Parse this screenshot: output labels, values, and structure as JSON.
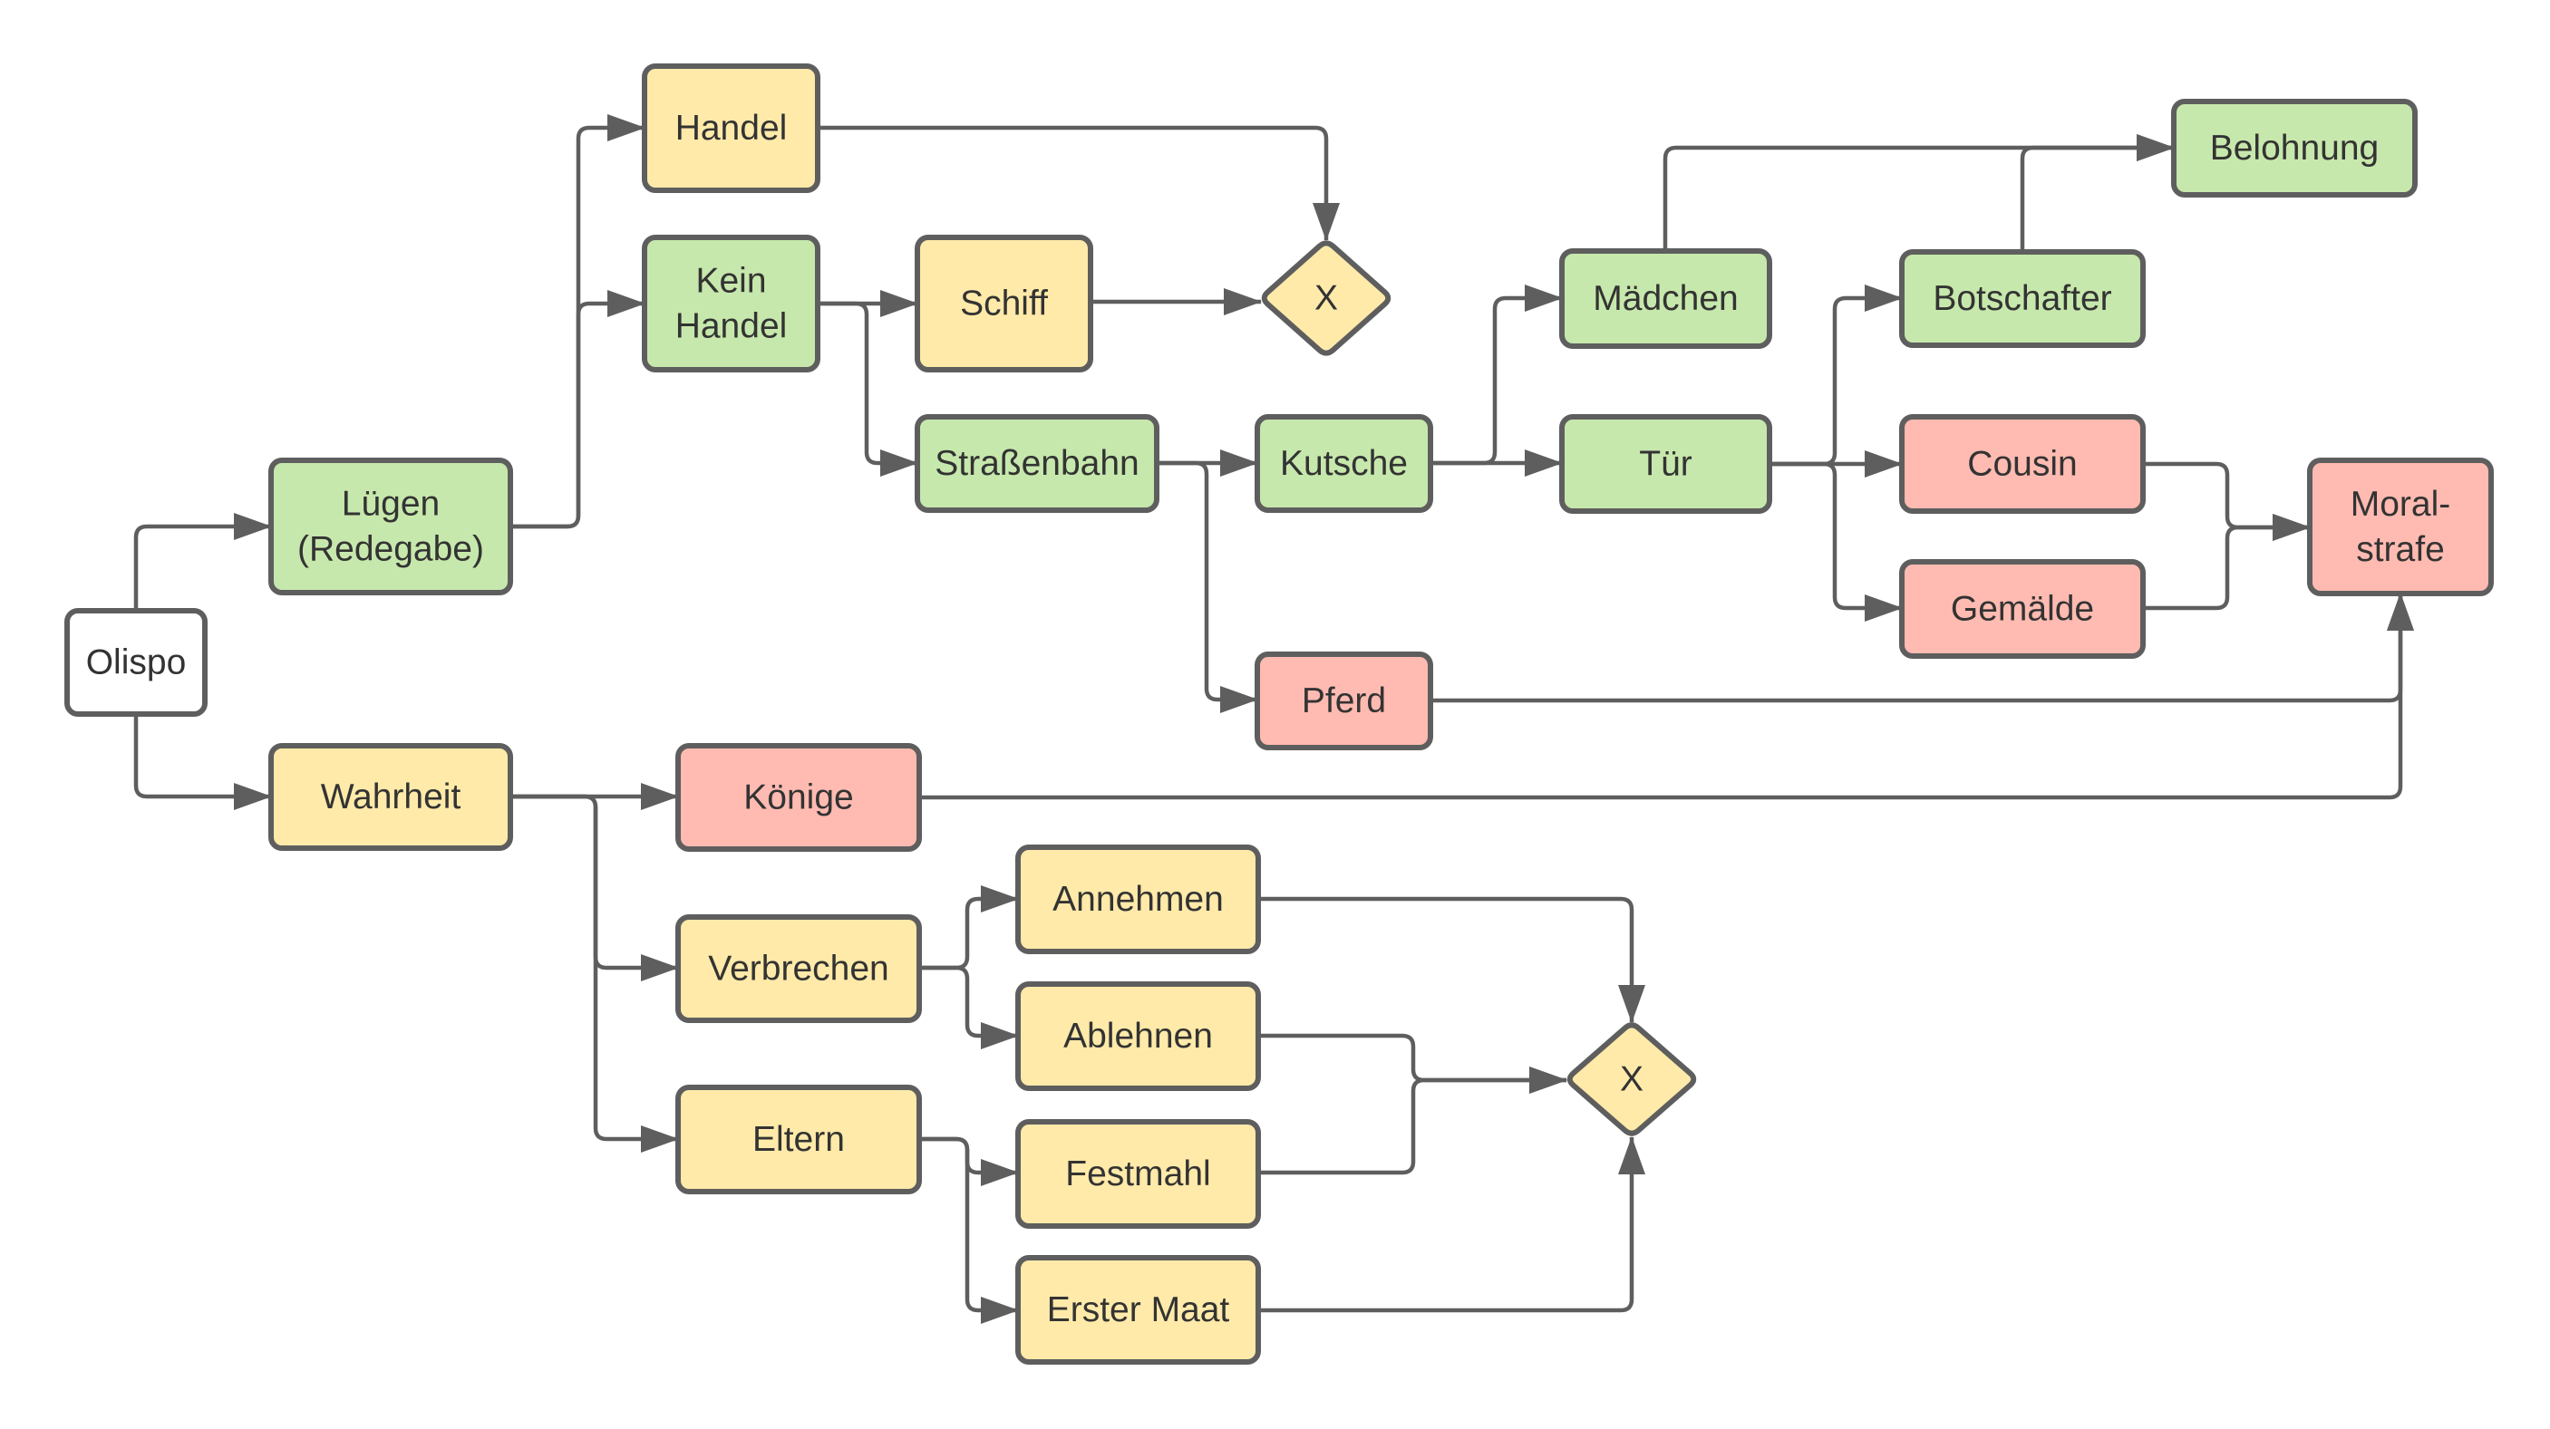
{
  "diagram": {
    "type": "flowchart",
    "colors": {
      "green": "#c7e8ac",
      "yellow": "#ffeaa9",
      "red": "#ffbbb1",
      "white": "#ffffff",
      "stroke": "#5e5e5e",
      "text": "#333333"
    },
    "nodes": {
      "olispo": {
        "label": [
          "Olispo"
        ],
        "color": "white",
        "shape": "rect"
      },
      "luegen": {
        "label": [
          "Lügen",
          "(Redegabe)"
        ],
        "color": "green",
        "shape": "rect"
      },
      "wahrheit": {
        "label": [
          "Wahrheit"
        ],
        "color": "yellow",
        "shape": "rect"
      },
      "handel": {
        "label": [
          "Handel"
        ],
        "color": "yellow",
        "shape": "rect"
      },
      "kein_handel": {
        "label": [
          "Kein",
          "Handel"
        ],
        "color": "green",
        "shape": "rect"
      },
      "schiff": {
        "label": [
          "Schiff"
        ],
        "color": "yellow",
        "shape": "rect"
      },
      "x_top": {
        "label": [
          "X"
        ],
        "color": "yellow",
        "shape": "diamond"
      },
      "strassenbahn": {
        "label": [
          "Straßenbahn"
        ],
        "color": "green",
        "shape": "rect"
      },
      "kutsche": {
        "label": [
          "Kutsche"
        ],
        "color": "green",
        "shape": "rect"
      },
      "pferd": {
        "label": [
          "Pferd"
        ],
        "color": "red",
        "shape": "rect"
      },
      "maedchen": {
        "label": [
          "Mädchen"
        ],
        "color": "green",
        "shape": "rect"
      },
      "tuer": {
        "label": [
          "Tür"
        ],
        "color": "green",
        "shape": "rect"
      },
      "botschafter": {
        "label": [
          "Botschafter"
        ],
        "color": "green",
        "shape": "rect"
      },
      "belohnung": {
        "label": [
          "Belohnung"
        ],
        "color": "green",
        "shape": "rect"
      },
      "cousin": {
        "label": [
          "Cousin"
        ],
        "color": "red",
        "shape": "rect"
      },
      "gemaelde": {
        "label": [
          "Gemälde"
        ],
        "color": "red",
        "shape": "rect"
      },
      "moralstrafe": {
        "label": [
          "Moral-",
          "strafe"
        ],
        "color": "red",
        "shape": "rect"
      },
      "koenige": {
        "label": [
          "Könige"
        ],
        "color": "red",
        "shape": "rect"
      },
      "verbrechen": {
        "label": [
          "Verbrechen"
        ],
        "color": "yellow",
        "shape": "rect"
      },
      "eltern": {
        "label": [
          "Eltern"
        ],
        "color": "yellow",
        "shape": "rect"
      },
      "annehmen": {
        "label": [
          "Annehmen"
        ],
        "color": "yellow",
        "shape": "rect"
      },
      "ablehnen": {
        "label": [
          "Ablehnen"
        ],
        "color": "yellow",
        "shape": "rect"
      },
      "festmahl": {
        "label": [
          "Festmahl"
        ],
        "color": "yellow",
        "shape": "rect"
      },
      "erster_maat": {
        "label": [
          "Erster Maat"
        ],
        "color": "yellow",
        "shape": "rect"
      },
      "x_bottom": {
        "label": [
          "X"
        ],
        "color": "yellow",
        "shape": "diamond"
      }
    },
    "edges": [
      {
        "from": "olispo",
        "to": "luegen"
      },
      {
        "from": "olispo",
        "to": "wahrheit"
      },
      {
        "from": "luegen",
        "to": "handel"
      },
      {
        "from": "luegen",
        "to": "kein_handel"
      },
      {
        "from": "handel",
        "to": "x_top"
      },
      {
        "from": "kein_handel",
        "to": "schiff"
      },
      {
        "from": "kein_handel",
        "to": "strassenbahn"
      },
      {
        "from": "schiff",
        "to": "x_top"
      },
      {
        "from": "strassenbahn",
        "to": "kutsche"
      },
      {
        "from": "strassenbahn",
        "to": "pferd"
      },
      {
        "from": "kutsche",
        "to": "tuer"
      },
      {
        "from": "kutsche",
        "to": "maedchen"
      },
      {
        "from": "maedchen",
        "to": "belohnung"
      },
      {
        "from": "botschafter",
        "to": "belohnung"
      },
      {
        "from": "tuer",
        "to": "cousin"
      },
      {
        "from": "tuer",
        "to": "botschafter"
      },
      {
        "from": "tuer",
        "to": "gemaelde"
      },
      {
        "from": "cousin",
        "to": "moralstrafe"
      },
      {
        "from": "gemaelde",
        "to": "moralstrafe"
      },
      {
        "from": "pferd",
        "to": "moralstrafe"
      },
      {
        "from": "koenige",
        "to": "moralstrafe"
      },
      {
        "from": "wahrheit",
        "to": "koenige"
      },
      {
        "from": "wahrheit",
        "to": "verbrechen"
      },
      {
        "from": "wahrheit",
        "to": "eltern"
      },
      {
        "from": "verbrechen",
        "to": "annehmen"
      },
      {
        "from": "verbrechen",
        "to": "ablehnen"
      },
      {
        "from": "eltern",
        "to": "festmahl"
      },
      {
        "from": "eltern",
        "to": "erster_maat"
      },
      {
        "from": "annehmen",
        "to": "x_bottom"
      },
      {
        "from": "ablehnen",
        "to": "x_bottom"
      },
      {
        "from": "festmahl",
        "to": "x_bottom"
      },
      {
        "from": "erster_maat",
        "to": "x_bottom"
      }
    ]
  }
}
